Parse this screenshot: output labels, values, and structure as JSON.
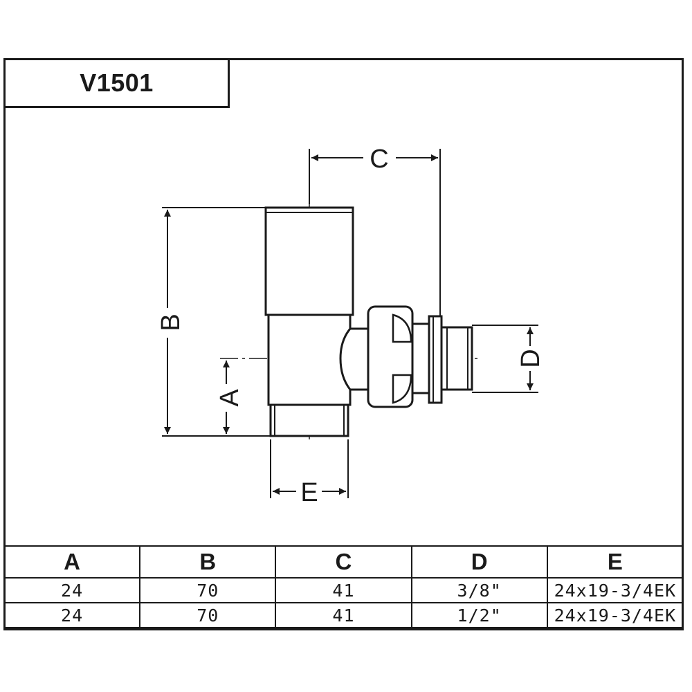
{
  "title": "V1501",
  "dimensions": {
    "a": "A",
    "b": "B",
    "c": "C",
    "d": "D",
    "e": "E"
  },
  "table": {
    "headers": [
      "A",
      "B",
      "C",
      "D",
      "E"
    ],
    "rows": [
      [
        "24",
        "70",
        "41",
        "3/8\"",
        "24x19-3/4EK"
      ],
      [
        "24",
        "70",
        "41",
        "1/2\"",
        "24x19-3/4EK"
      ]
    ]
  },
  "colors": {
    "line": "#1a1a1a",
    "background": "#ffffff"
  }
}
